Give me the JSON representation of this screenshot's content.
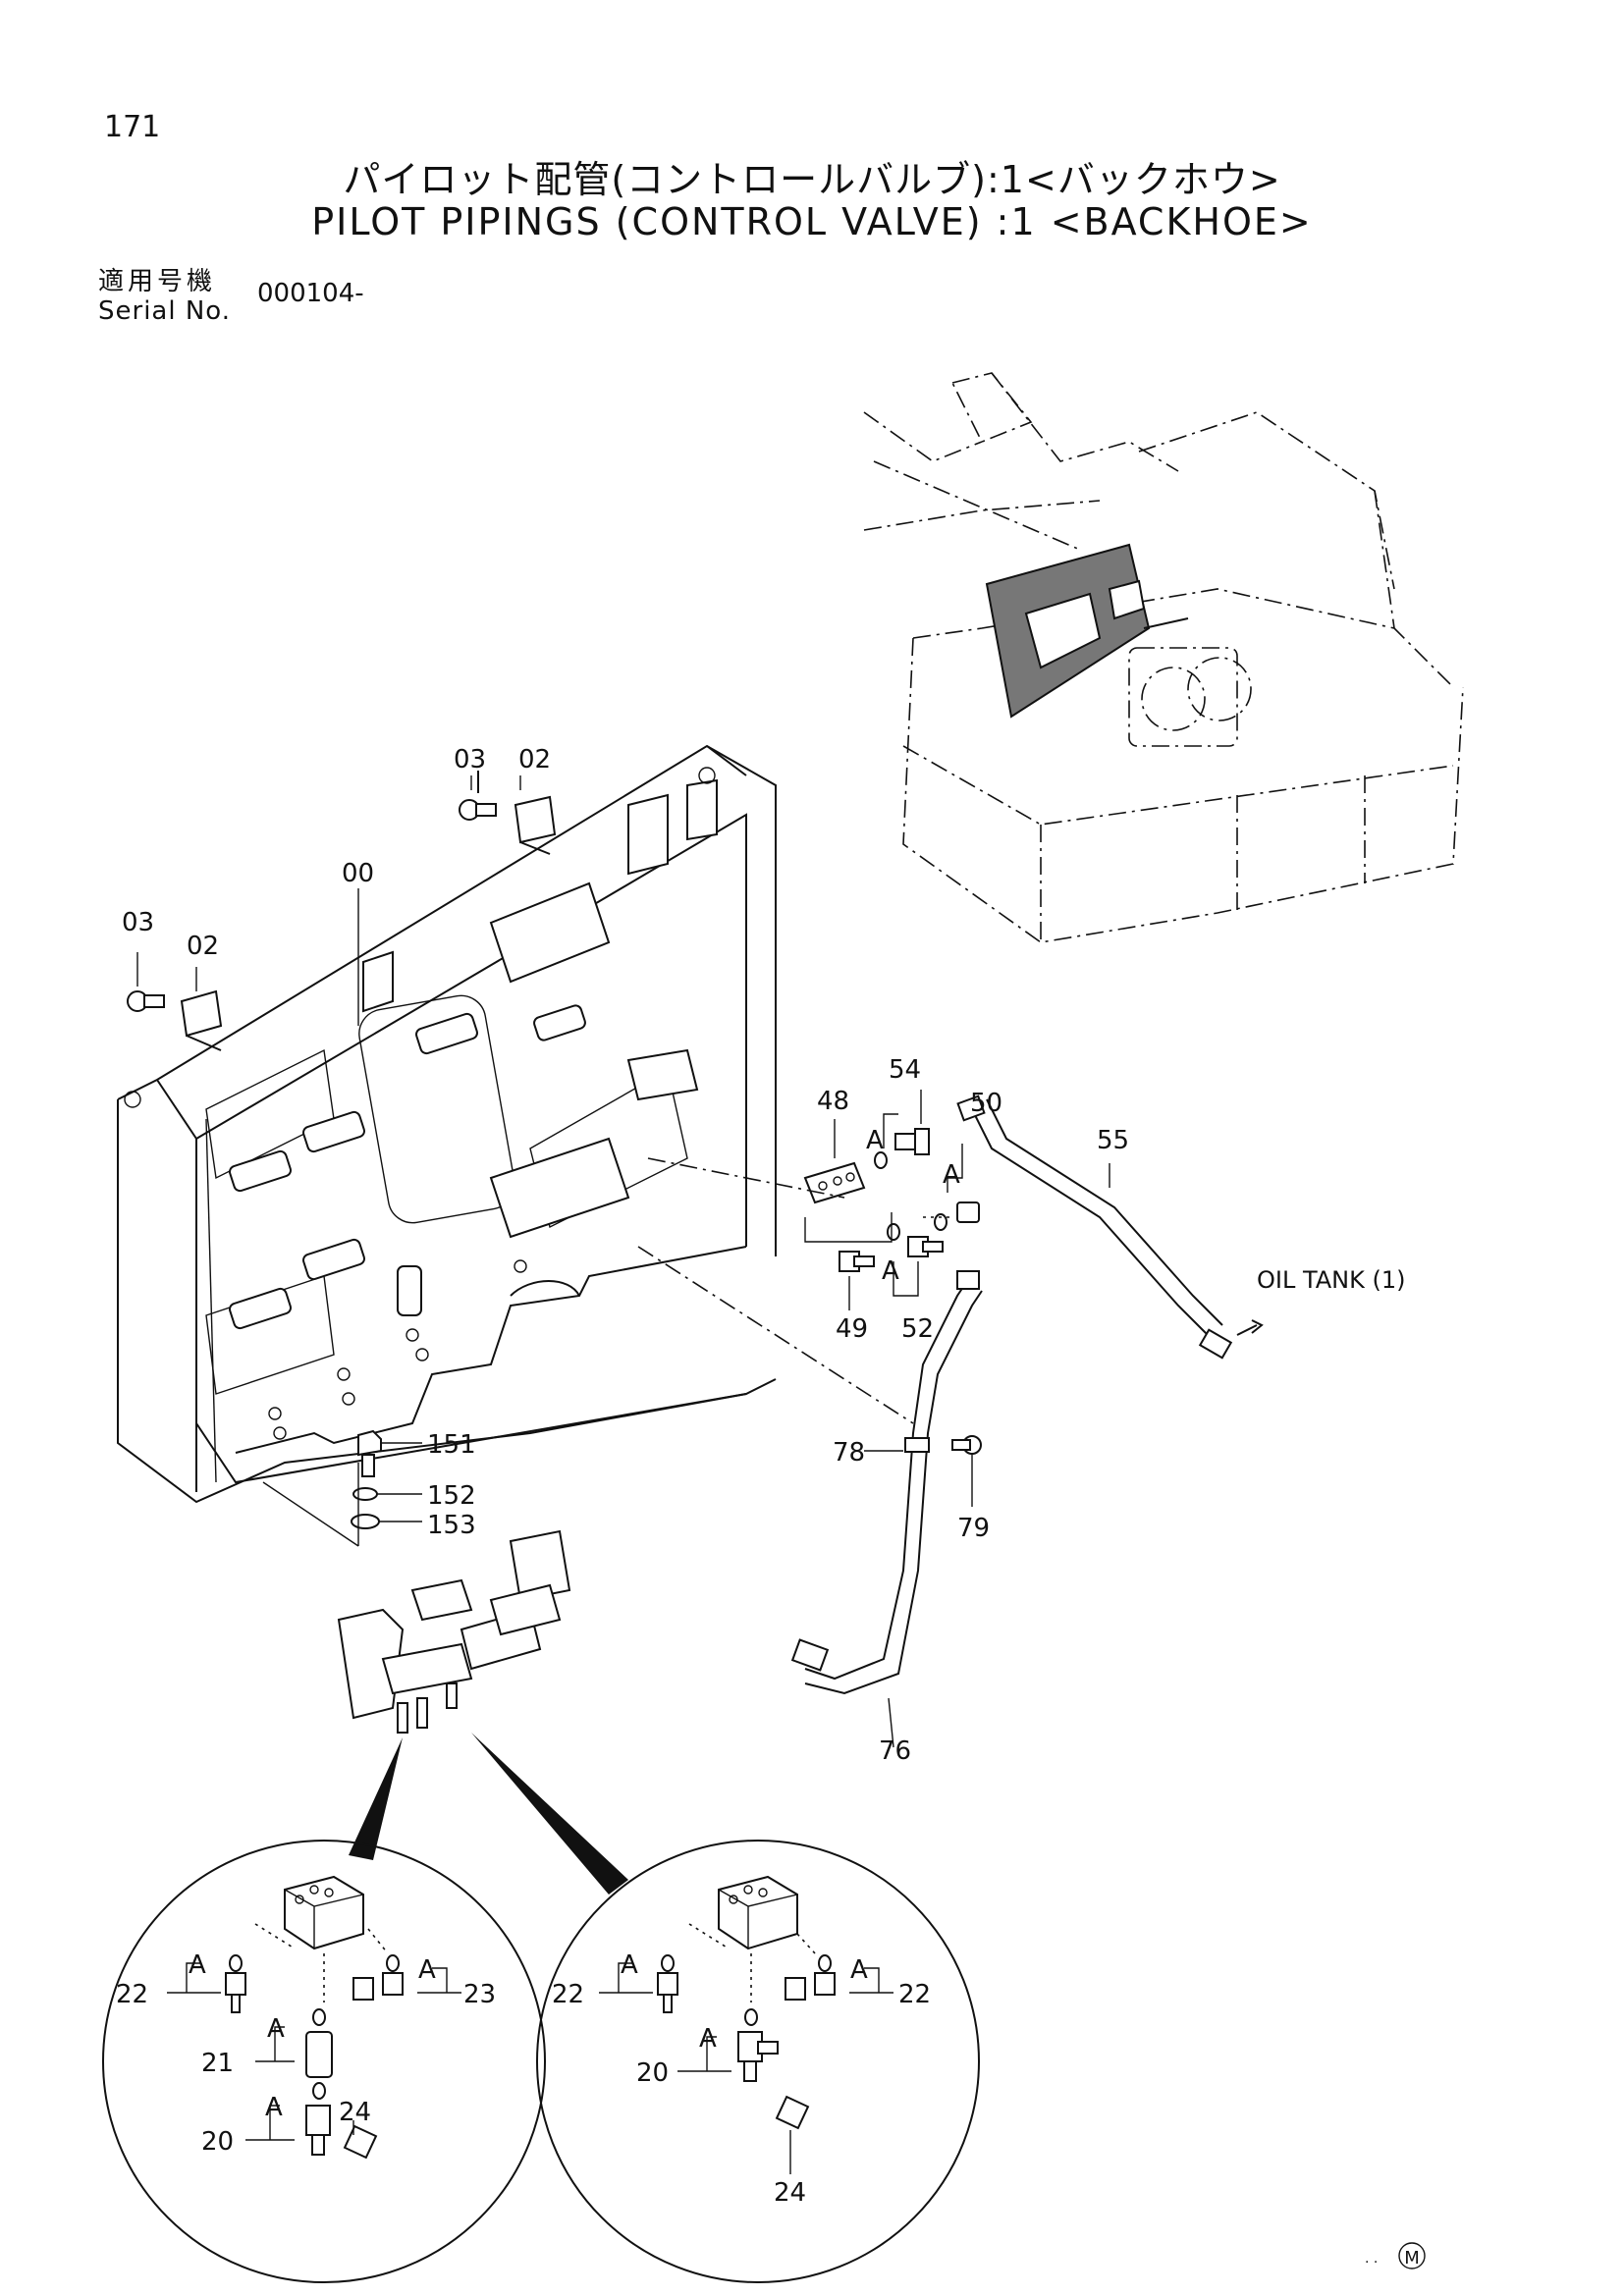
{
  "header": {
    "page_number": "171",
    "title_ja": "パイロット配管(コントロールバルブ):1<バックホウ>",
    "title_en": "PILOT PIPINGS (CONTROL VALVE) :1 <BACKHOE>",
    "serial_label_ja": "適用号機",
    "serial_label_en": "Serial No.",
    "serial_value": "000104-"
  },
  "callouts": {
    "c03a": "03",
    "c02a": "02",
    "c00": "00",
    "c03b": "03",
    "c02b": "02",
    "c54": "54",
    "c48": "48",
    "c50": "50",
    "c55": "55",
    "cA1": "A",
    "cA2": "A",
    "cA3": "A",
    "c49": "49",
    "c52": "52",
    "c151": "151",
    "c152": "152",
    "c153": "153",
    "c78": "78",
    "c79": "79",
    "c76": "76",
    "oil_tank": "OIL TANK (1)"
  },
  "detail_left": {
    "c22": "22",
    "c23": "23",
    "c21": "21",
    "c20": "20",
    "c24": "24",
    "a1": "A",
    "a2": "A",
    "a3": "A",
    "a4": "A"
  },
  "detail_right": {
    "c22a": "22",
    "c22b": "22",
    "c20": "20",
    "c24": "24",
    "a1": "A",
    "a2": "A",
    "a3": "A"
  },
  "footer": {
    "mark": "M"
  }
}
